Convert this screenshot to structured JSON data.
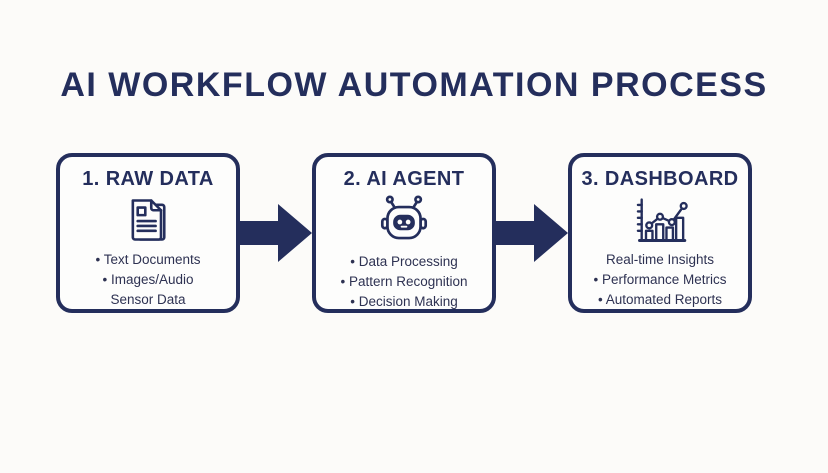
{
  "page": {
    "title": "AI WORKFLOW AUTOMATION PROCESS"
  },
  "colors": {
    "navy": "#242e5c",
    "text": "#2e3252",
    "background": "#fcfbf9",
    "box_fill": "#fdfdfc"
  },
  "flow": {
    "arrow_icon": "right-arrow-icon",
    "boxes": [
      {
        "title": "1. RAW DATA",
        "icon": "document-icon",
        "lines": [
          "• Text Documents",
          "• Images/Audio",
          "Sensor Data"
        ]
      },
      {
        "title": "2. AI AGENT",
        "icon": "robot-icon",
        "lines": [
          "• Data Processing",
          "• Pattern Recognition",
          "• Decision Making"
        ]
      },
      {
        "title": "3. DASHBOARD",
        "icon": "chart-icon",
        "lines": [
          "Real-time Insights",
          "• Performance Metrics",
          "• Automated Reports"
        ]
      }
    ]
  }
}
